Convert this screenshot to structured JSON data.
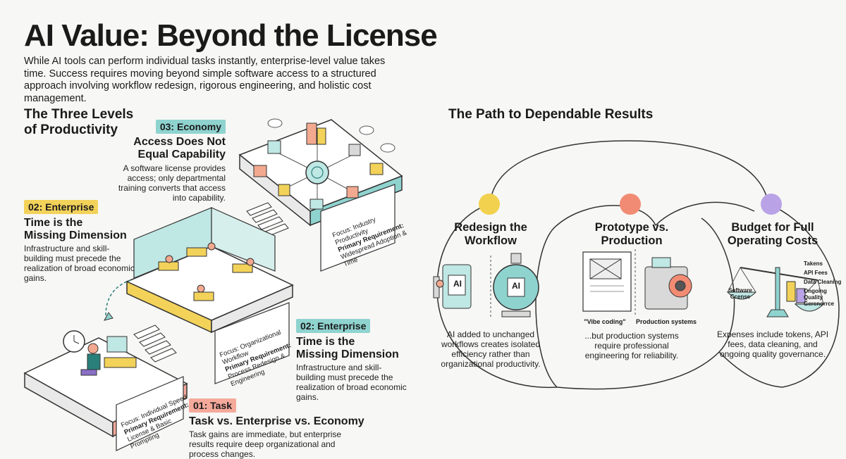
{
  "header": {
    "title": "AI Value: Beyond the License",
    "intro": "While AI tools can perform individual tasks instantly, enterprise-level value takes time. Success requires moving beyond simple software access to a structured approach involving workflow redesign, rigorous engineering, and holistic cost management."
  },
  "left": {
    "section_title_line1": "The Three Levels",
    "section_title_line2": "of Productivity",
    "economy": {
      "tag": "03: Economy",
      "heading_line1": "Access Does Not",
      "heading_line2": "Equal Capability",
      "body": "A software license provides access; only departmental training converts that access into capability.",
      "platform_focus": "Focus: Industry Productivity",
      "platform_req_label": "Primary Requirement:",
      "platform_req": "Widespread Adoption & Time"
    },
    "enterprise_left": {
      "tag": "02: Enterprise",
      "heading_line1": "Time is the",
      "heading_line2": "Missing Dimension",
      "body": "Infrastructure and skill-building must precede the realization of broad economic gains."
    },
    "enterprise_platform": {
      "focus": "Focus: Organizational Workflow",
      "req_label": "Primary Requirement:",
      "req": "Process Redesign & Engineering"
    },
    "enterprise_right": {
      "tag": "02: Enterprise",
      "heading_line1": "Time is the",
      "heading_line2": "Missing Dimension",
      "body": "Infrastructure and skill-building must precede the realization of broad economic gains."
    },
    "task_platform": {
      "focus": "Focus: Individual Speed",
      "req_label": "Primary Requirement:",
      "req": "License & Basic Prompting"
    },
    "task": {
      "tag": "01: Task",
      "heading": "Task vs. Enterprise vs. Economy",
      "body": "Task gains are immediate, but enterprise results require deep organizational and process changes."
    }
  },
  "path": {
    "section_title": "The Path to Dependable Results",
    "columns": [
      {
        "heading_line1": "Redesign the",
        "heading_line2": "Workflow",
        "dot_color": "#f2d14e",
        "chip_label": "AI",
        "body": "AI added to unchanged workflows creates isolated efficiency rather than organizational productivity."
      },
      {
        "heading_line1": "Prototype vs.",
        "heading_line2": "Production",
        "dot_color": "#f28b73",
        "label_left": "\"Vibe coding\"",
        "label_right": "Production systems",
        "body": "...but production systems require professional engineering for reliability."
      },
      {
        "heading_line1": "Budget for Full",
        "heading_line2": "Operating Costs",
        "dot_color": "#b9a3e6",
        "scale_left": "Software Ccense",
        "scale_items": [
          "Takens",
          "API Fees",
          "Data Cleaning",
          "Ongoing Quality Gerenorrce"
        ],
        "body": "Expenses include tokens, API fees, data cleaning, and ongoing quality governance."
      }
    ]
  }
}
